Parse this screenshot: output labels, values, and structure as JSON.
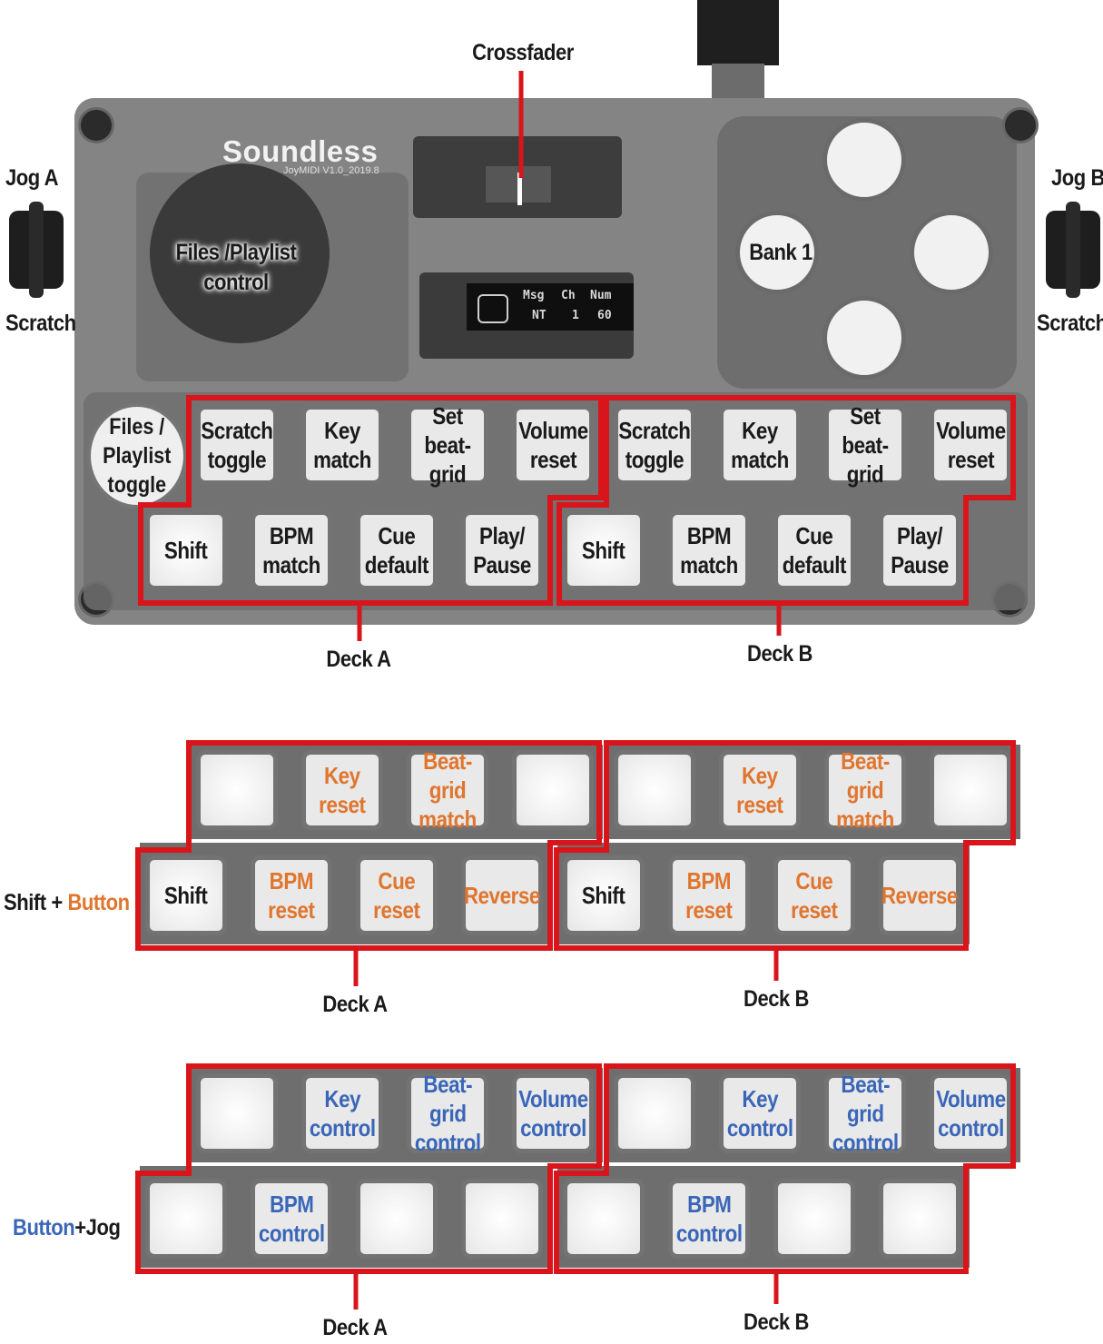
{
  "device": {
    "logo": "Soundless",
    "logo_sub": "JoyMIDI  V1.0_2019.8",
    "oled": {
      "msg": "Msg",
      "ch": "Ch",
      "num": "Num",
      "v_msg": "NT",
      "v_ch": "1",
      "v_num": "60"
    }
  },
  "callouts": {
    "crossfader": "Crossfader",
    "jog_a": "Jog A",
    "jog_b": "Jog B",
    "scratch_left": "Scratch",
    "scratch_right": "Scratch",
    "files_playlist_control": "Files /Playlist\ncontrol",
    "bank": "Bank 1",
    "files_playlist_toggle": "Files /\nPlaylist\ntoggle"
  },
  "sections": {
    "shift_prefix": "Shift",
    "shift_plus": " + ",
    "shift_button": "Button",
    "jog_button": "Button",
    "jog_plus": "+",
    "jog_suffix": "Jog"
  },
  "deck_labels": {
    "a": "Deck A",
    "b": "Deck B"
  },
  "colors": {
    "orange": "#e0752e",
    "blue": "#3a66b8",
    "red_outline": "#d9151b"
  },
  "grids": {
    "default": {
      "deck_a": {
        "top": [
          "Scratch\ntoggle",
          "Key\nmatch",
          "Set\nbeat-grid",
          "Volume\nreset"
        ],
        "bottom": [
          "Shift",
          "BPM\nmatch",
          "Cue\ndefault",
          "Play/\nPause"
        ]
      },
      "deck_b": {
        "top": [
          "Scratch\ntoggle",
          "Key\nmatch",
          "Set\nbeat-grid",
          "Volume\nreset"
        ],
        "bottom": [
          "Shift",
          "BPM\nmatch",
          "Cue\ndefault",
          "Play/\nPause"
        ]
      }
    },
    "shift": {
      "deck_a": {
        "top": [
          "",
          "Key\nreset",
          "Beat-grid\nmatch",
          ""
        ],
        "bottom": [
          "Shift",
          "BPM\nreset",
          "Cue\nreset",
          "Reverse"
        ]
      },
      "deck_b": {
        "top": [
          "",
          "Key\nreset",
          "Beat-grid\nmatch",
          ""
        ],
        "bottom": [
          "Shift",
          "BPM\nreset",
          "Cue\nreset",
          "Reverse"
        ]
      }
    },
    "jog": {
      "deck_a": {
        "top": [
          "",
          "Key\ncontrol",
          "Beat-grid\ncontrol",
          "Volume\ncontrol"
        ],
        "bottom": [
          "",
          "BPM\ncontrol",
          "",
          ""
        ]
      },
      "deck_b": {
        "top": [
          "",
          "Key\ncontrol",
          "Beat-grid\ncontrol",
          "Volume\ncontrol"
        ],
        "bottom": [
          "",
          "BPM\ncontrol",
          "",
          ""
        ]
      }
    }
  }
}
